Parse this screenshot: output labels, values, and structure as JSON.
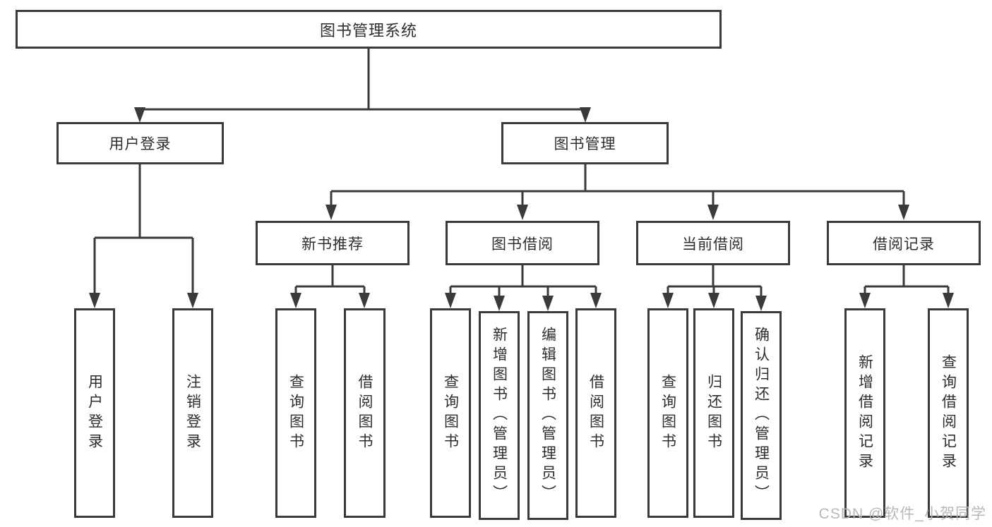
{
  "tree": {
    "root": {
      "label": "图书管理系统"
    },
    "branches": [
      {
        "label": "用户登录",
        "children": [
          {
            "label": "用户登录"
          },
          {
            "label": "注销登录"
          }
        ]
      },
      {
        "label": "图书管理",
        "children": [
          {
            "label": "新书推荐",
            "children": [
              {
                "label": "查询图书"
              },
              {
                "label": "借阅图书"
              }
            ]
          },
          {
            "label": "图书借阅",
            "children": [
              {
                "label": "查询图书"
              },
              {
                "label": "新增图书（管理员）"
              },
              {
                "label": "编辑图书（管理员）"
              },
              {
                "label": "借阅图书"
              }
            ]
          },
          {
            "label": "当前借阅",
            "children": [
              {
                "label": "查询图书"
              },
              {
                "label": "归还图书"
              },
              {
                "label": "确认归还（管理员）"
              }
            ]
          },
          {
            "label": "借阅记录",
            "children": [
              {
                "label": "新增借阅记录"
              },
              {
                "label": "查询借阅记录"
              }
            ]
          }
        ]
      }
    ]
  },
  "watermark": "CSDN @软件_小贺同学",
  "colors": {
    "line": "#3a3a3a",
    "text": "#2e2e2e",
    "watermark": "#b5b5b5",
    "background": "#ffffff"
  }
}
